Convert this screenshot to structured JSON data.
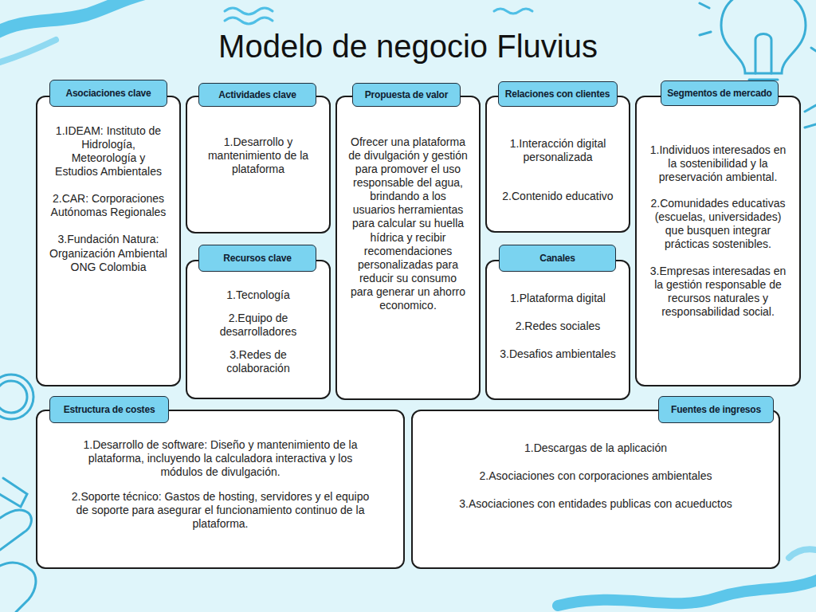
{
  "diagram": {
    "title": "Modelo de negocio Fluvius",
    "nodes": [
      {
        "text": [
          "Asociaciones clave",
          "1.IDEAM: Instituto de Hidrología, Meteorología y Estudios Ambientales",
          "2.CAR: Corporaciones Autónomas Regionales",
          "3.Fundación Natura: Organización Ambiental ONG Colombia"
        ]
      },
      {
        "text": [
          "Actividades clave",
          "1.Desarrollo y mantenimiento de la plataforma"
        ]
      },
      {
        "text": [
          "Recursos clave",
          "1.Tecnología",
          "2.Equipo de desarrolladores",
          "3.Redes de colaboración"
        ]
      },
      {
        "text": [
          "Propuesta de valor",
          "Ofrecer una plataforma de divulgación y gestión para promover el uso responsable del agua, brindando a los usuarios herramientas para calcular su huella hídrica y recibir recomendaciones personalizadas para reducir su consumo para generar un ahorro economico."
        ]
      },
      {
        "text": [
          "Relaciones con clientes",
          "1.Interacción digital personalizada",
          "2.Contenido educativo"
        ]
      },
      {
        "text": [
          "Canales",
          "1.Plataforma digital",
          "2.Redes sociales",
          "3.Desafios ambientales"
        ]
      },
      {
        "text": [
          "Segmentos de mercado",
          "1.Individuos interesados en la sostenibilidad y la preservación ambiental.",
          "2.Comunidades educativas (escuelas, universidades) que busquen integrar prácticas sostenibles.",
          "3.Empresas interesadas en la gestión responsable de recursos naturales y responsabilidad social."
        ]
      },
      {
        "text": [
          "Estructura de costes",
          "1.Desarrollo de software: Diseño y mantenimiento de la plataforma, incluyendo la calculadora interactiva y los módulos de divulgación.",
          "2.Soporte técnico: Gastos de hosting, servidores y el equipo de soporte para asegurar el funcionamiento continuo de la plataforma."
        ]
      },
      {
        "text": [
          "Fuentes de ingresos",
          "1.Descargas de la aplicación",
          "2.Asociaciones con corporaciones ambientales",
          "3.Asociaciones con entidades publicas con acueductos"
        ]
      }
    ]
  }
}
